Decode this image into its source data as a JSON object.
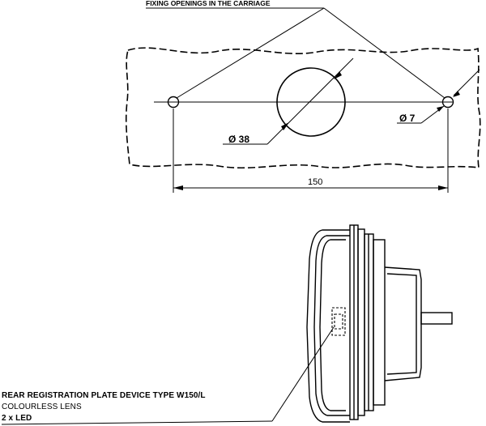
{
  "drawing": {
    "callout_top": "FIXING OPENINGS IN THE CARRIAGE",
    "dim_big_hole": "Ø 38",
    "dim_small_hole": "Ø 7",
    "dim_spacing": "150"
  },
  "caption": {
    "title": "REAR REGISTRATION PLATE DEVICE TYPE W150/L",
    "lens": "COLOURLESS LENS",
    "led": "2 x LED"
  }
}
